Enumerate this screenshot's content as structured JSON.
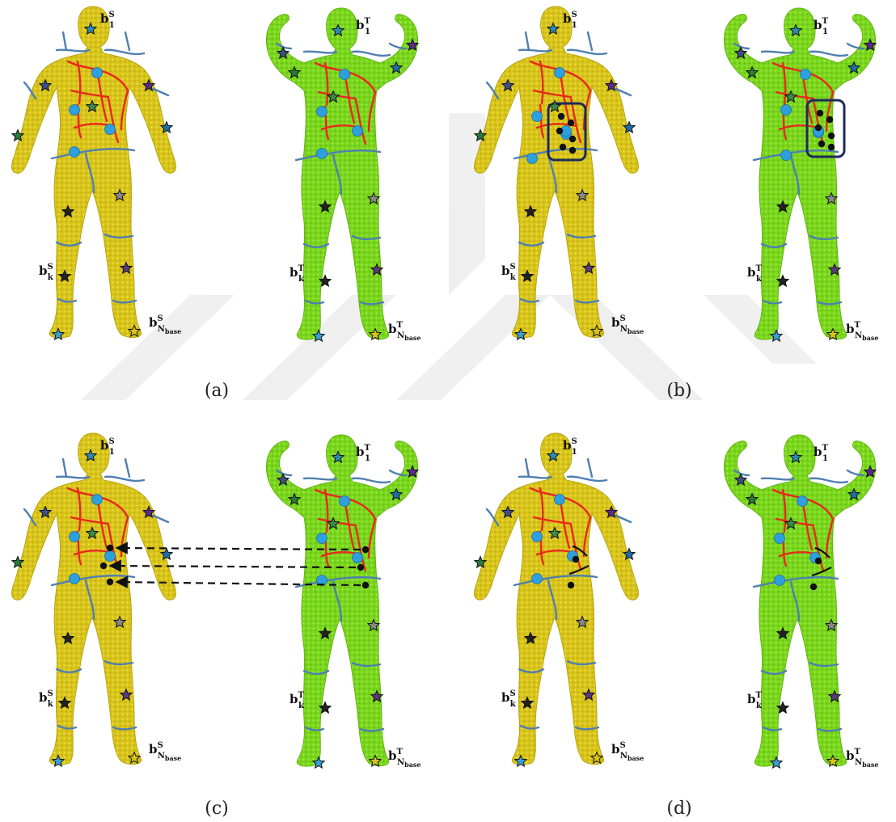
{
  "figure": {
    "subfigure_labels": [
      "(a)",
      "(b)",
      "(c)",
      "(d)"
    ],
    "colors": {
      "source_body": "#d8c41a",
      "source_body_dark": "#b9a510",
      "target_body": "#7ad61c",
      "target_body_dark": "#5fb510",
      "region_boundary": "#4f7fb0",
      "patch_boundary": "#e8281c",
      "feature_point": "#2f9fde",
      "black_point": "#111111",
      "highlight_box": "#1c2b5a",
      "watermark": "#e6e6e6"
    },
    "icons": {
      "base_point": "star-icon",
      "feature_point": "blue-dot-icon",
      "match_point": "black-dot-icon",
      "correspondence": "dashed-arrow"
    },
    "panels": [
      {
        "id": "a-source",
        "subfigure": "(a)",
        "domain": "S",
        "pose": "arms-down",
        "highlight_box": false,
        "labels": {
          "top": {
            "base": "b",
            "sup": "S",
            "sub": "1"
          },
          "mid": {
            "base": "b",
            "sup": "S",
            "sub": "k"
          },
          "bottom": {
            "base": "b",
            "sup": "S",
            "sub": "N",
            "subsub": "base"
          }
        }
      },
      {
        "id": "a-target",
        "subfigure": "(a)",
        "domain": "T",
        "pose": "flex",
        "highlight_box": false,
        "labels": {
          "top": {
            "base": "b",
            "sup": "T",
            "sub": "1"
          },
          "mid": {
            "base": "b",
            "sup": "T",
            "sub": "k"
          },
          "bottom": {
            "base": "b",
            "sup": "T",
            "sub": "N",
            "subsub": "base"
          }
        }
      },
      {
        "id": "b-source",
        "subfigure": "(b)",
        "domain": "S",
        "pose": "arms-down",
        "highlight_box": true,
        "labels": {
          "top": {
            "base": "b",
            "sup": "S",
            "sub": "1"
          },
          "mid": {
            "base": "b",
            "sup": "S",
            "sub": "k"
          },
          "bottom": {
            "base": "b",
            "sup": "S",
            "sub": "N",
            "subsub": "base"
          }
        }
      },
      {
        "id": "b-target",
        "subfigure": "(b)",
        "domain": "T",
        "pose": "flex",
        "highlight_box": true,
        "labels": {
          "top": {
            "base": "b",
            "sup": "T",
            "sub": "1"
          },
          "mid": {
            "base": "b",
            "sup": "T",
            "sub": "k"
          },
          "bottom": {
            "base": "b",
            "sup": "T",
            "sub": "N",
            "subsub": "base"
          }
        }
      },
      {
        "id": "c-source",
        "subfigure": "(c)",
        "domain": "S",
        "pose": "arms-down",
        "highlight_box": false,
        "labels": {
          "top": {
            "base": "b",
            "sup": "S",
            "sub": "1"
          },
          "mid": {
            "base": "b",
            "sup": "S",
            "sub": "k"
          },
          "bottom": {
            "base": "b",
            "sup": "S",
            "sub": "N",
            "subsub": "base"
          }
        }
      },
      {
        "id": "c-target",
        "subfigure": "(c)",
        "domain": "T",
        "pose": "flex",
        "highlight_box": false,
        "labels": {
          "top": {
            "base": "b",
            "sup": "T",
            "sub": "1"
          },
          "mid": {
            "base": "b",
            "sup": "T",
            "sub": "k"
          },
          "bottom": {
            "base": "b",
            "sup": "T",
            "sub": "N",
            "subsub": "base"
          }
        }
      },
      {
        "id": "d-source",
        "subfigure": "(d)",
        "domain": "S",
        "pose": "arms-down",
        "highlight_box": false,
        "labels": {
          "top": {
            "base": "b",
            "sup": "S",
            "sub": "1"
          },
          "mid": {
            "base": "b",
            "sup": "S",
            "sub": "k"
          },
          "bottom": {
            "base": "b",
            "sup": "S",
            "sub": "N",
            "subsub": "base"
          }
        }
      },
      {
        "id": "d-target",
        "subfigure": "(d)",
        "domain": "T",
        "pose": "flex",
        "highlight_box": false,
        "labels": {
          "top": {
            "base": "b",
            "sup": "T",
            "sub": "1"
          },
          "mid": {
            "base": "b",
            "sup": "T",
            "sub": "k"
          },
          "bottom": {
            "base": "b",
            "sup": "T",
            "sub": "N",
            "subsub": "base"
          }
        }
      }
    ],
    "correspondences": {
      "count": 3,
      "from": "c-target",
      "to": "c-source"
    }
  }
}
